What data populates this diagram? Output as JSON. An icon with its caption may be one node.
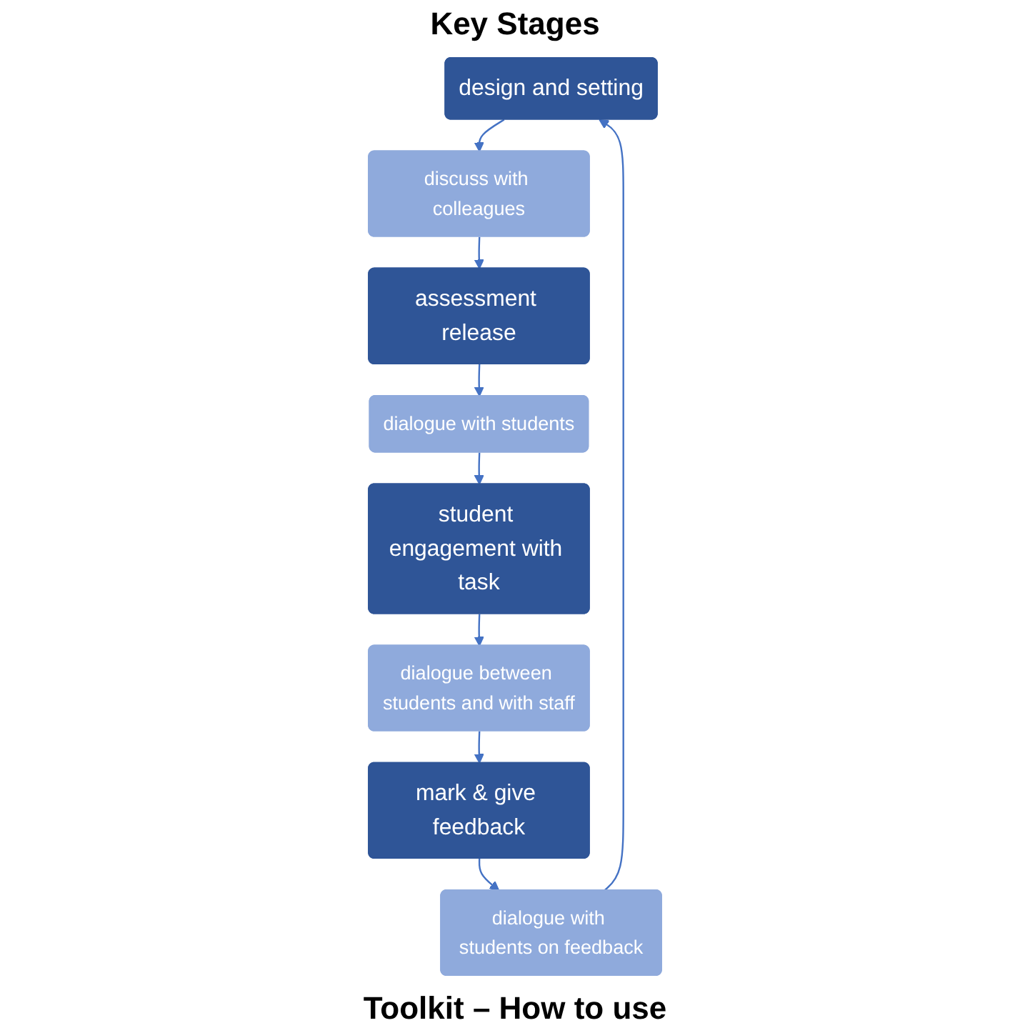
{
  "diagram": {
    "title": "Key Stages",
    "caption": "Toolkit – How to use",
    "nodes": [
      {
        "text": [
          "design and setting"
        ]
      },
      {
        "text": [
          "discuss with colleagues"
        ]
      },
      {
        "text": [
          "assessment release"
        ]
      },
      {
        "text": [
          "dialogue with students"
        ]
      },
      {
        "text": [
          "student engagement with task"
        ]
      },
      {
        "text": [
          "dialogue between students and with staff"
        ]
      },
      {
        "text": [
          "mark & give feedback"
        ]
      },
      {
        "text": [
          "dialogue with students on feedback"
        ]
      }
    ],
    "edges": [
      {
        "from": 0,
        "to": 1,
        "arrow": "to"
      },
      {
        "from": 1,
        "to": 2,
        "arrow": "to"
      },
      {
        "from": 2,
        "to": 3,
        "arrow": "to"
      },
      {
        "from": 3,
        "to": 4,
        "arrow": "to"
      },
      {
        "from": 4,
        "to": 5,
        "arrow": "to"
      },
      {
        "from": 5,
        "to": 6,
        "arrow": "to"
      },
      {
        "from": 6,
        "to": 7,
        "arrow": "to"
      },
      {
        "from": 7,
        "to": 0,
        "arrow": "to"
      }
    ]
  }
}
